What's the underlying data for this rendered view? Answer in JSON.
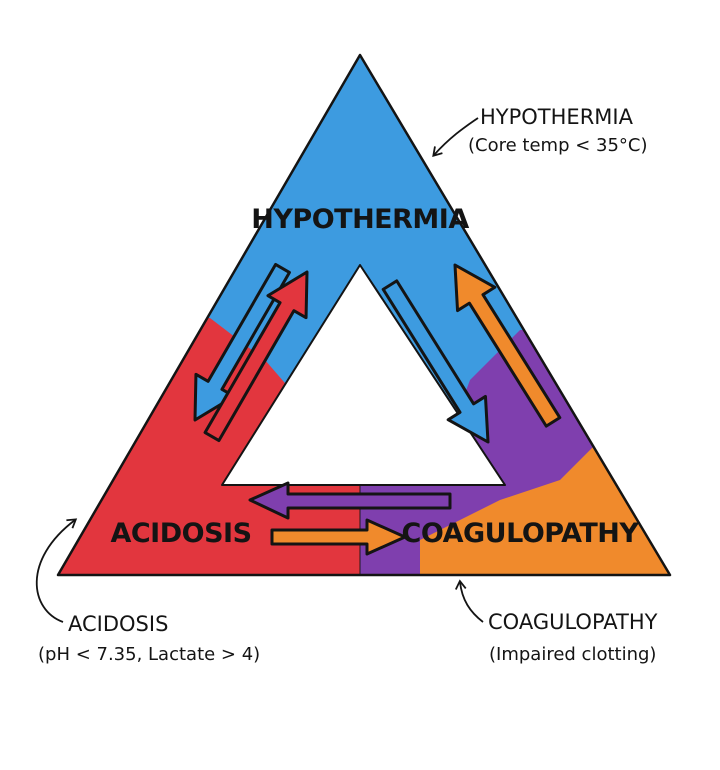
{
  "diagram": {
    "vertices": [
      {
        "id": "hypothermia",
        "label": "HYPOTHERMIA",
        "color": "#3d9be0"
      },
      {
        "id": "acidosis",
        "label": "ACIDOSIS",
        "color": "#e2363e"
      },
      {
        "id": "coagulopathy",
        "label": "COAGULOPATHY",
        "color": "#f08a2c"
      }
    ],
    "side_colors": {
      "coagulopathy_purple": "#7f3fae",
      "outline": "#141414"
    },
    "arrow_colors": {
      "blue": "#3d9be0",
      "red": "#e2363e",
      "orange": "#f08a2c",
      "purple": "#7f3fae"
    },
    "annotations": {
      "hypothermia": {
        "title": "HYPOTHERMIA",
        "detail": "(Core temp < 35°C)"
      },
      "acidosis": {
        "title": "ACIDOSIS",
        "detail": "(pH < 7.35, Lactate > 4)"
      },
      "coagulopathy": {
        "title": "COAGULOPATHY",
        "detail": "(Impaired clotting)"
      }
    }
  }
}
